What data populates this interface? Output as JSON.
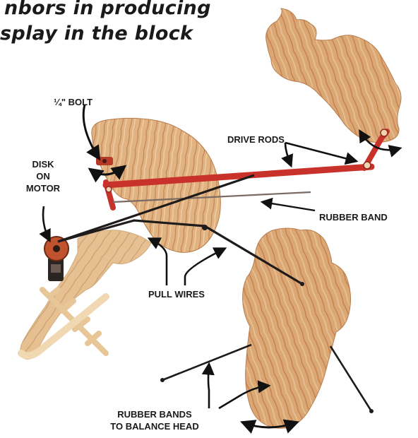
{
  "headline": {
    "line1": "nbors in producing",
    "line2": "splay in the block"
  },
  "labels": {
    "bolt": "¼\" BOLT",
    "drive_rods": "DRIVE RODS",
    "disk_on_motor": [
      "DISK",
      "ON",
      "MOTOR"
    ],
    "rubber_band": "RUBBER BAND",
    "pull_wires": "PULL WIRES",
    "rubber_bands_balance": [
      "RUBBER BANDS",
      "TO BALANCE HEAD"
    ]
  },
  "colors": {
    "wood_light": "#e2b483",
    "wood_mid": "#cf9465",
    "wood_dark": "#b56f45",
    "rod_red": "#c8322a",
    "wire_black": "#1e1b1a",
    "arrow_black": "#111111"
  }
}
